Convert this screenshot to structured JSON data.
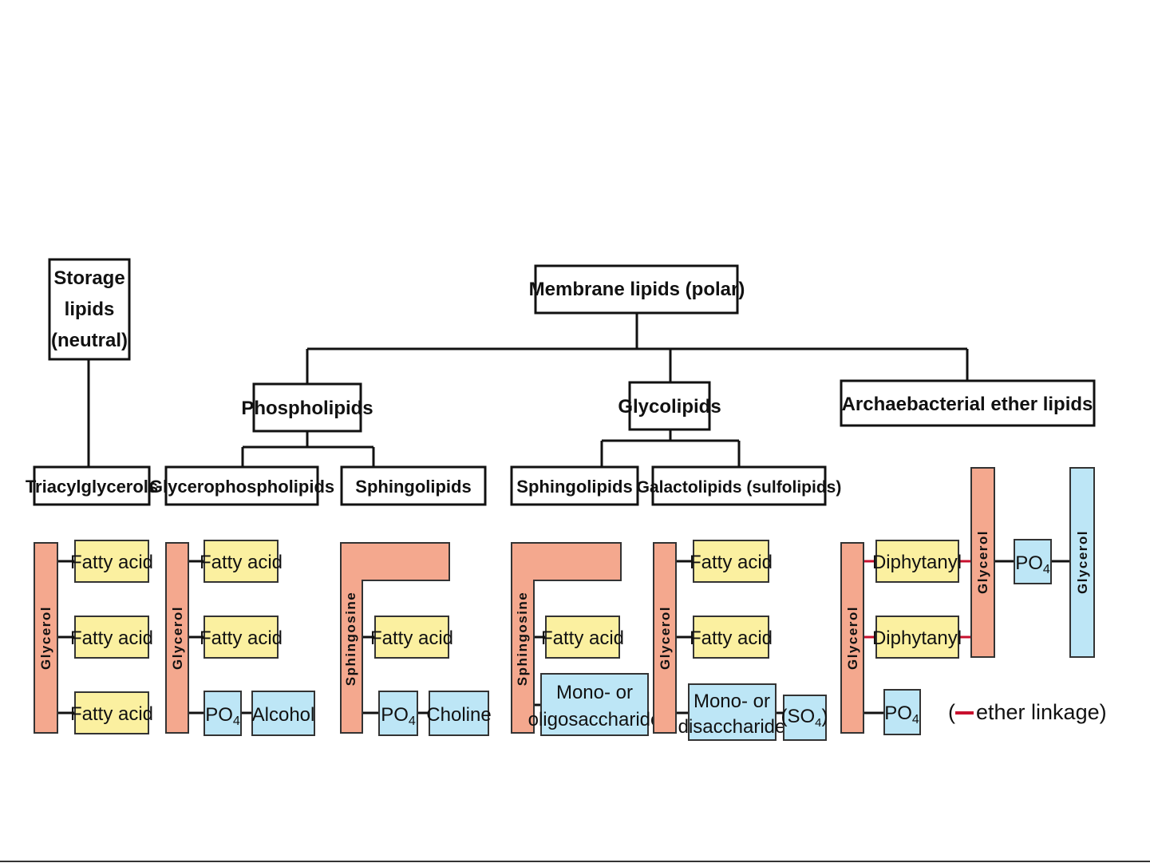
{
  "colors": {
    "backbone": "#f4a88e",
    "fatty_acid": "#fbf0a0",
    "polar": "#bde6f6",
    "ether_linkage": "#c8102e",
    "line": "#111111"
  },
  "headers": {
    "storage": [
      "Storage",
      "lipids",
      "(neutral)"
    ],
    "membrane": "Membrane lipids (polar)",
    "phospholipids": "Phospholipids",
    "glycolipids": "Glycolipids",
    "archaebacterial": "Archaebacterial ether lipids",
    "triacylglycerols": "Triacylglycerols",
    "glycerophospholipids": "Glycerophospholipids",
    "sphingolipids_1": "Sphingolipids",
    "sphingolipids_2": "Sphingolipids",
    "galactolipids": "Galactolipids (sulfolipids)"
  },
  "blocks": {
    "glycerol": "Glycerol",
    "sphingosine": "Sphingosine",
    "fatty_acid": "Fatty acid",
    "po4": "PO",
    "po4_sub": "4",
    "alcohol": "Alcohol",
    "choline": "Choline",
    "mono_oligo": [
      "Mono- or",
      "oligosaccharide"
    ],
    "mono_di": [
      "Mono- or",
      "disaccharide"
    ],
    "so4_open": "(SO",
    "so4_sub": "4",
    "so4_close": ")",
    "diphytanyl": "Diphytanyl"
  },
  "legend": {
    "open": "(",
    "text": "ether linkage)"
  }
}
